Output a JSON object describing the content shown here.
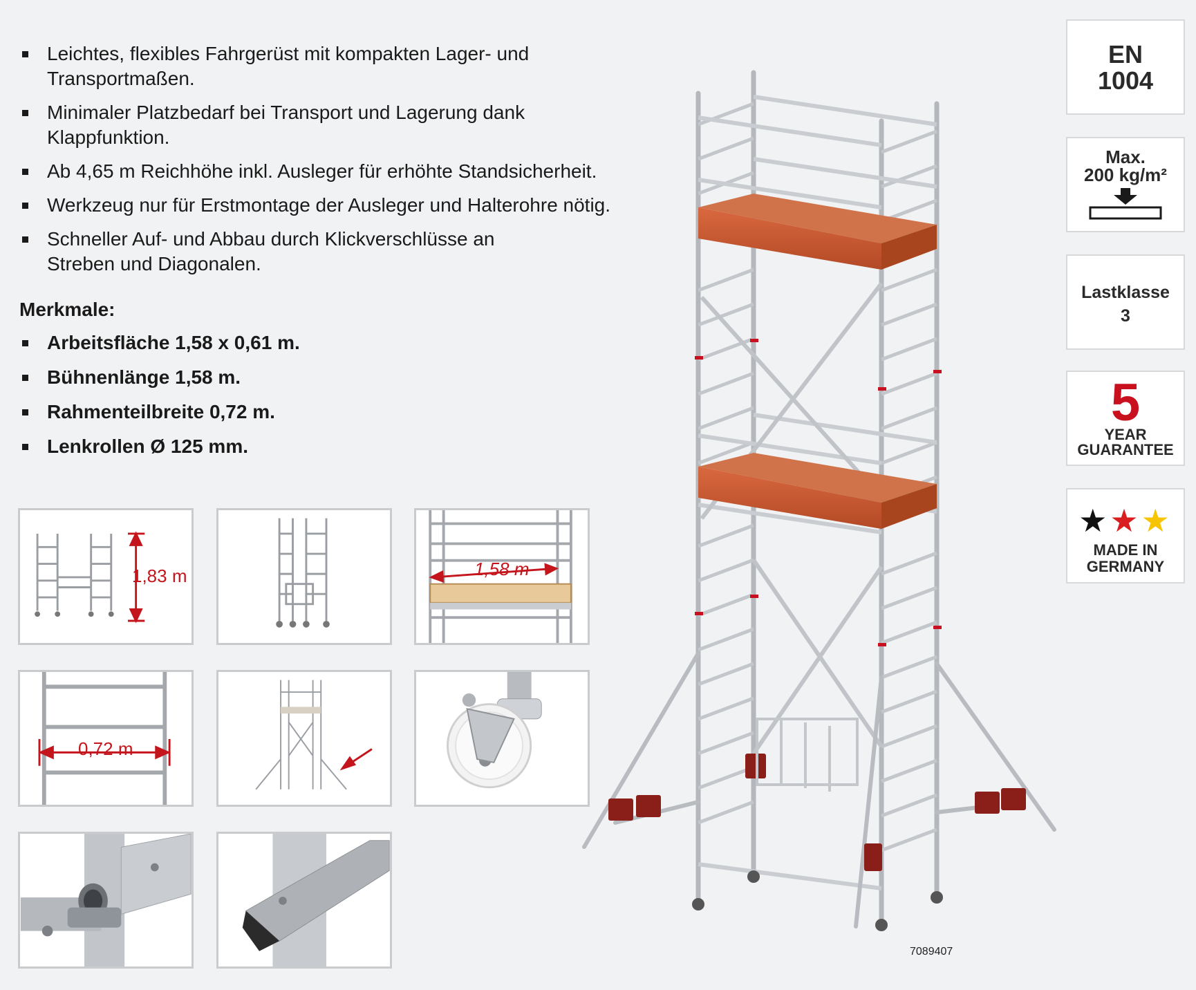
{
  "bullets": [
    "Leichtes, flexibles Fahrgerüst mit kompakten Lager- und Transportmaßen.",
    "Minimaler Platzbedarf bei Transport und Lagerung dank Klappfunktion.",
    "Ab 4,65 m Reichhöhe inkl. Ausleger für erhöhte Standsicherheit.",
    "Werkzeug nur für Erstmontage der Ausleger und Halterohre nötig.",
    "Schneller Auf- und Abbau durch Klickverschlüsse an Streben und Diagonalen."
  ],
  "features_heading": "Merkmale:",
  "features": [
    "Arbeitsfläche 1,58 x 0,61 m.",
    "Bühnenlänge 1,58 m.",
    "Rahmenteilbreite 0,72 m.",
    "Lenkrollen Ø 125 mm."
  ],
  "thumbnails": {
    "height_label": "1,83 m",
    "length_label": "1,58 m",
    "width_label": "0,72 m"
  },
  "badges": {
    "norm_line1": "EN",
    "norm_line2": "1004",
    "load_line1": "Max.",
    "load_line2": "200 kg/m²",
    "class_line1": "Lastklasse",
    "class_line2": "3",
    "guarantee_number": "5",
    "guarantee_line1": "YEAR",
    "guarantee_line2": "GUARANTEE",
    "stars": "★★★",
    "origin_line1": "MADE IN",
    "origin_line2": "GERMANY"
  },
  "colors": {
    "accent_red": "#c8101e",
    "platform": "#c8542f",
    "aluminium": "#b9bdc2"
  },
  "article_number": "7089407"
}
